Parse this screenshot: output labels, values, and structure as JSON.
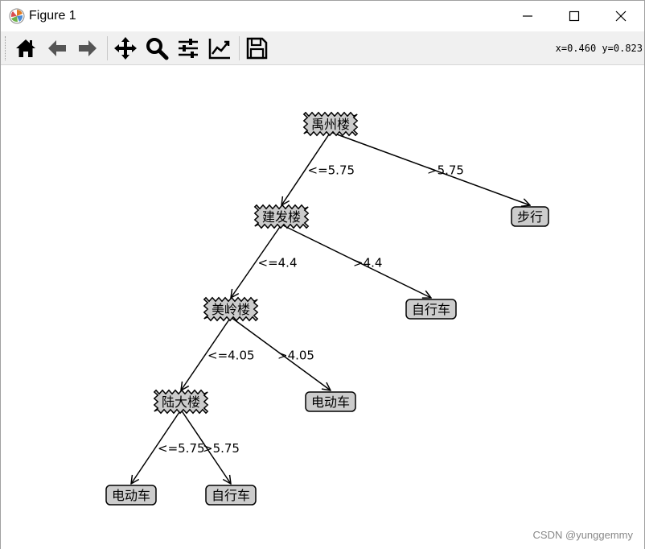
{
  "window": {
    "title": "Figure 1"
  },
  "toolbar": {
    "buttons": [
      {
        "name": "home-button",
        "icon": "home-icon"
      },
      {
        "name": "back-button",
        "icon": "arrow-left-icon"
      },
      {
        "name": "forward-button",
        "icon": "arrow-right-icon"
      },
      {
        "name": "pan-button",
        "icon": "move-icon"
      },
      {
        "name": "zoom-button",
        "icon": "magnifier-icon"
      },
      {
        "name": "subplots-button",
        "icon": "sliders-icon"
      },
      {
        "name": "axes-button",
        "icon": "line-chart-icon"
      },
      {
        "name": "save-button",
        "icon": "floppy-disk-icon"
      }
    ],
    "coords": "x=0.460 y=0.823"
  },
  "watermark": "CSDN @yunggemmy",
  "tree": {
    "nodes": [
      {
        "id": "n1",
        "label": "禹州楼",
        "kind": "decision"
      },
      {
        "id": "n2",
        "label": "建发楼",
        "kind": "decision"
      },
      {
        "id": "n3",
        "label": "步行",
        "kind": "leaf"
      },
      {
        "id": "n4",
        "label": "美岭楼",
        "kind": "decision"
      },
      {
        "id": "n5",
        "label": "自行车",
        "kind": "leaf"
      },
      {
        "id": "n6",
        "label": "陆大楼",
        "kind": "decision"
      },
      {
        "id": "n7",
        "label": "电动车",
        "kind": "leaf"
      },
      {
        "id": "n8",
        "label": "电动车",
        "kind": "leaf"
      },
      {
        "id": "n9",
        "label": "自行车",
        "kind": "leaf"
      }
    ],
    "edges": [
      {
        "from": "n1",
        "to": "n2",
        "label": "<=5.75"
      },
      {
        "from": "n1",
        "to": "n3",
        "label": ">5.75"
      },
      {
        "from": "n2",
        "to": "n4",
        "label": "<=4.4"
      },
      {
        "from": "n2",
        "to": "n5",
        "label": ">4.4"
      },
      {
        "from": "n4",
        "to": "n6",
        "label": "<=4.05"
      },
      {
        "from": "n4",
        "to": "n7",
        "label": ">4.05"
      },
      {
        "from": "n6",
        "to": "n8",
        "label": "<=5.75"
      },
      {
        "from": "n6",
        "to": "n9",
        "label": ">5.75"
      }
    ]
  }
}
